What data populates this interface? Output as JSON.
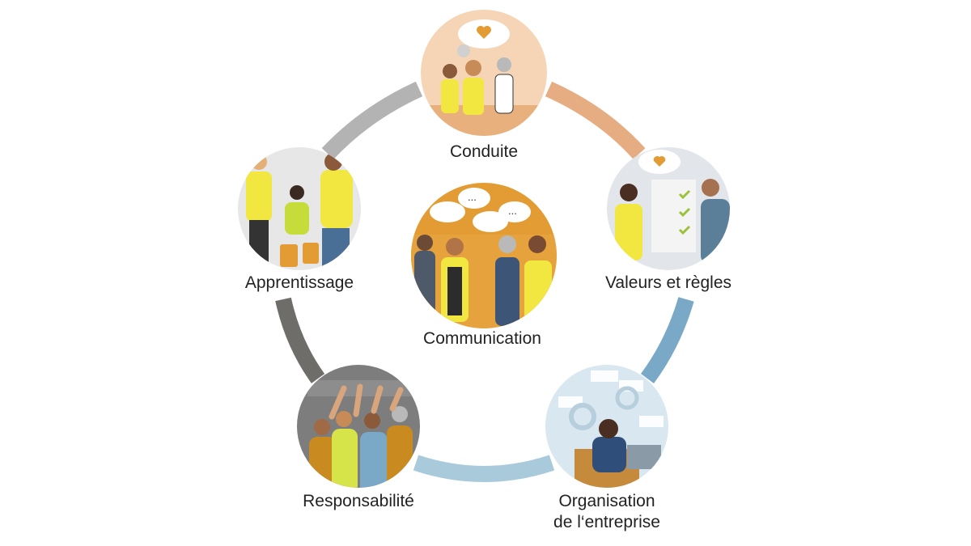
{
  "center": {
    "label": "Communication",
    "bubble_text": "..."
  },
  "nodes": [
    {
      "id": "conduite",
      "label": "Conduite",
      "ring_color": "#ebb88f",
      "icon": "leadership-team-heart-illustration"
    },
    {
      "id": "valeurs",
      "label": "Valeurs et règles",
      "ring_color": "#c9a87a",
      "icon": "checklist-values-illustration"
    },
    {
      "id": "organisation",
      "label_line1": "Organisation",
      "label_line2": "de l‘entreprise",
      "ring_color": "#9cc3d6",
      "icon": "organisation-gears-laptop-illustration"
    },
    {
      "id": "responsabilite",
      "label": "Responsabilité",
      "ring_color": "#8b8b8b",
      "icon": "team-high-five-illustration"
    },
    {
      "id": "apprentissage",
      "label": "Apprentissage",
      "ring_color": "#bdbdbd",
      "icon": "learning-workers-illustration"
    }
  ],
  "arcs": [
    {
      "from": "conduite",
      "to": "valeurs",
      "color": "#e7ad82"
    },
    {
      "from": "valeurs",
      "to": "organisation",
      "color": "#7aa9c7"
    },
    {
      "from": "organisation",
      "to": "responsabilite",
      "color": "#a9cadb"
    },
    {
      "from": "responsabilite",
      "to": "apprentissage",
      "color": "#6f6d6a"
    },
    {
      "from": "apprentissage",
      "to": "conduite",
      "color": "#b3b3b3"
    }
  ]
}
